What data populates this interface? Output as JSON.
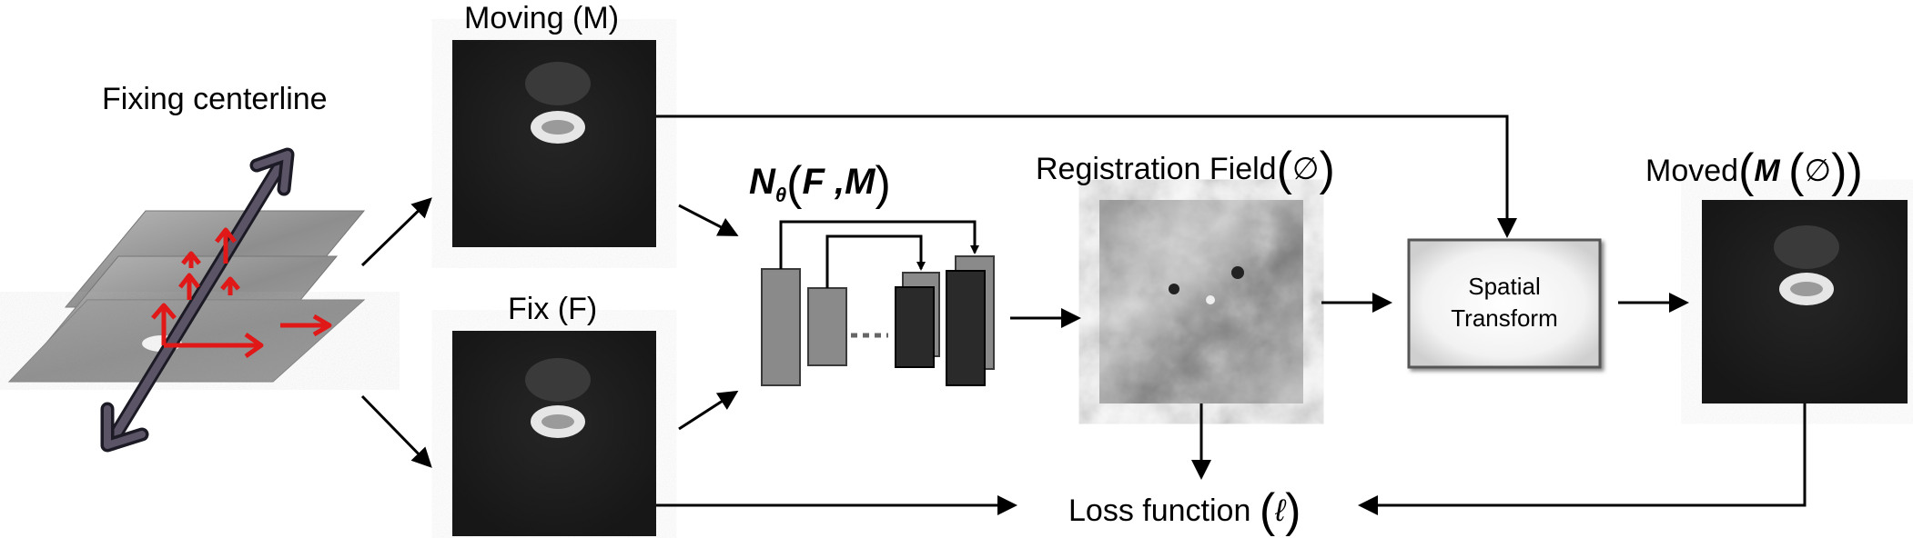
{
  "labels": {
    "fixing_centerline": "Fixing centerline",
    "moving": "Moving  (M)",
    "fix": "Fix (F)",
    "network_N": "N",
    "network_sub": "θ",
    "network_args": "F ,M",
    "registration_field": "Registration Field",
    "registration_symbol": "∅",
    "spatial_line1": "Spatial",
    "spatial_line2": "Transform",
    "moved": "Moved",
    "moved_M": "M",
    "moved_symbol": "∅",
    "loss_function": "Loss function",
    "loss_symbol": "ℓ"
  },
  "icons": {
    "arrows": "arrow-icon",
    "network": "unet-icon"
  },
  "colors": {
    "centerline_arrow": "#5a5466",
    "axis_arrow_red": "#e01818",
    "net_light": "#8a8a8a",
    "net_dark": "#2a2a2a",
    "box_border": "#555555"
  }
}
